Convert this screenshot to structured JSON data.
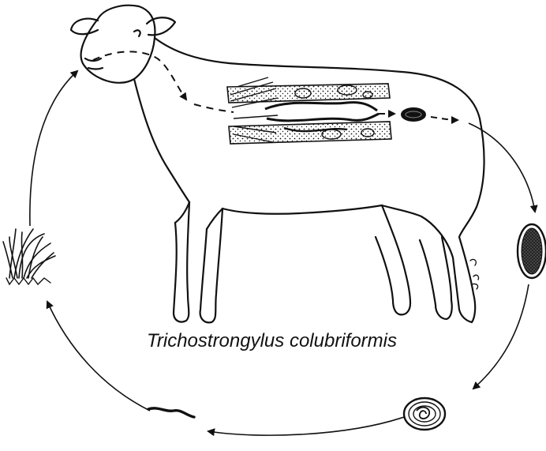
{
  "diagram": {
    "caption": "Trichostrongylus colubriformis",
    "stages": [
      {
        "name": "infective-larva-ingested-stage"
      },
      {
        "name": "adult-worms-in-intestine-stage"
      },
      {
        "name": "egg-in-gut-stage"
      },
      {
        "name": "egg-in-feces-stage"
      },
      {
        "name": "embryonated-egg-stage"
      },
      {
        "name": "larva-in-pasture-stage"
      },
      {
        "name": "grass-stage"
      }
    ],
    "colors": {
      "ink": "#111111",
      "paper": "#ffffff"
    }
  }
}
